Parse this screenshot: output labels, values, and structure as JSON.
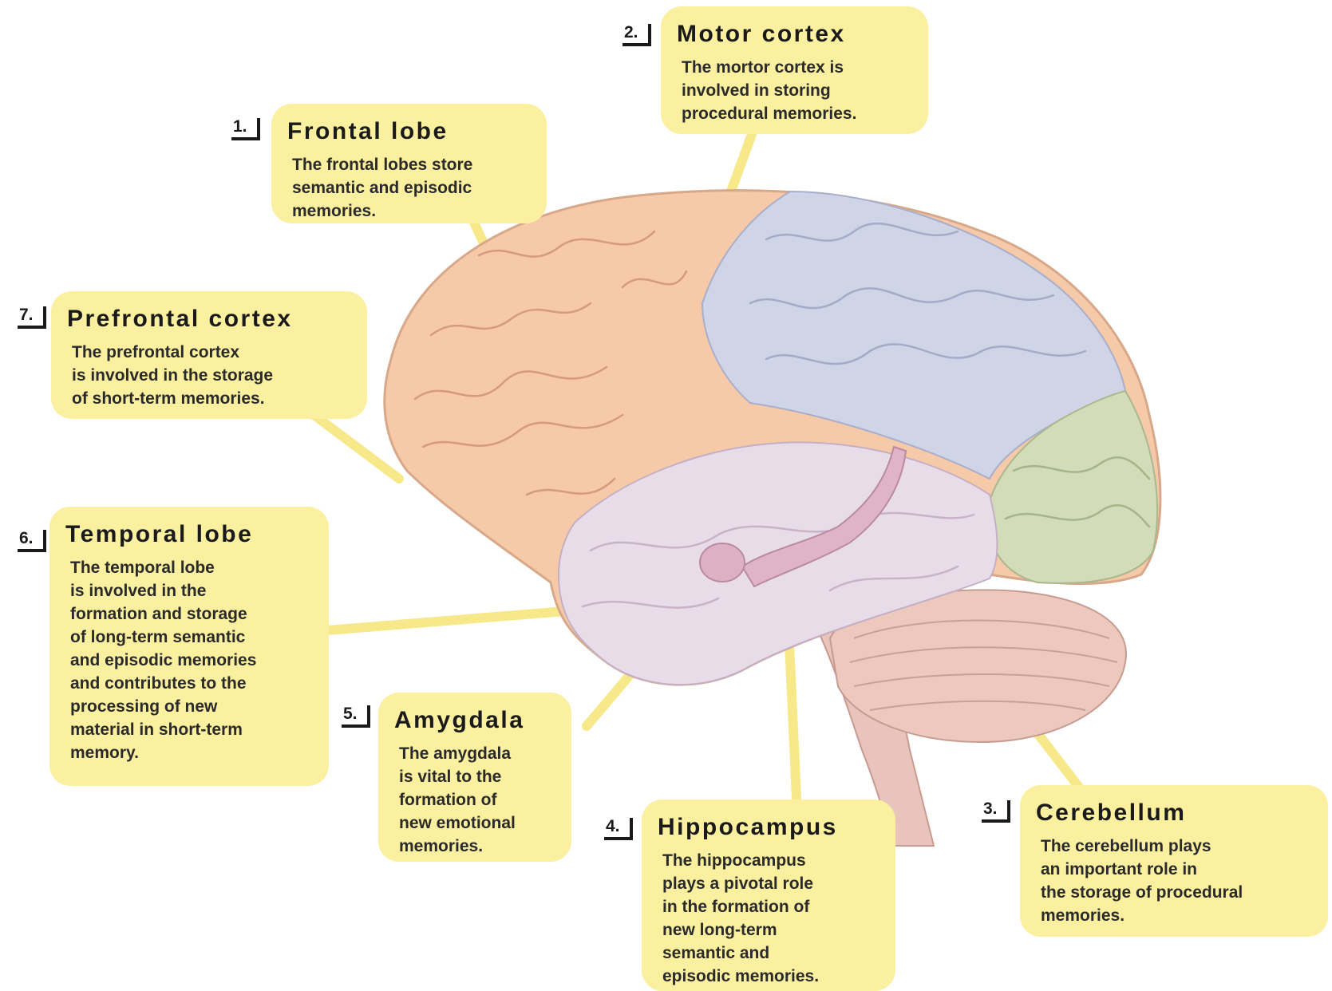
{
  "colors": {
    "callout_fill": "#fbf0a0",
    "leader_line": "#f7e88a",
    "frontal_lobe": "#f6c9a8",
    "parietal_lobe": "#cfd4e6",
    "occipital_lobe": "#d2dcb8",
    "temporal_lobe": "#e9dce9",
    "cerebellum": "#ecc8bd",
    "brainstem": "#e8c4bc",
    "hippocampus": "#e0b4c8",
    "amygdala": "#deb0c4"
  },
  "callouts": [
    {
      "number": "1.",
      "title": "Frontal lobe",
      "body": "The frontal lobes store\nsemantic and episodic\nmemories."
    },
    {
      "number": "2.",
      "title": "Motor cortex",
      "body": "The mortor cortex is\ninvolved in storing\nprocedural memories."
    },
    {
      "number": "3.",
      "title": "Cerebellum",
      "body": "The cerebellum plays\nan important role in\nthe storage of procedural\nmemories."
    },
    {
      "number": "4.",
      "title": "Hippocampus",
      "body": "The hippocampus\nplays a pivotal role\nin the formation of\nnew long-term\nsemantic and\nepisodic memories."
    },
    {
      "number": "5.",
      "title": "Amygdala",
      "body": "The amygdala\nis vital to the\nformation of\nnew emotional\nmemories."
    },
    {
      "number": "6.",
      "title": "Temporal lobe",
      "body": "The temporal lobe\nis involved in the\nformation and storage\nof long-term semantic\nand episodic memories\nand contributes to the\nprocessing of new\nmaterial in short-term\nmemory."
    },
    {
      "number": "7.",
      "title": "Prefrontal cortex",
      "body": "The prefrontal cortex\nis involved in the storage\nof short-term memories."
    }
  ]
}
